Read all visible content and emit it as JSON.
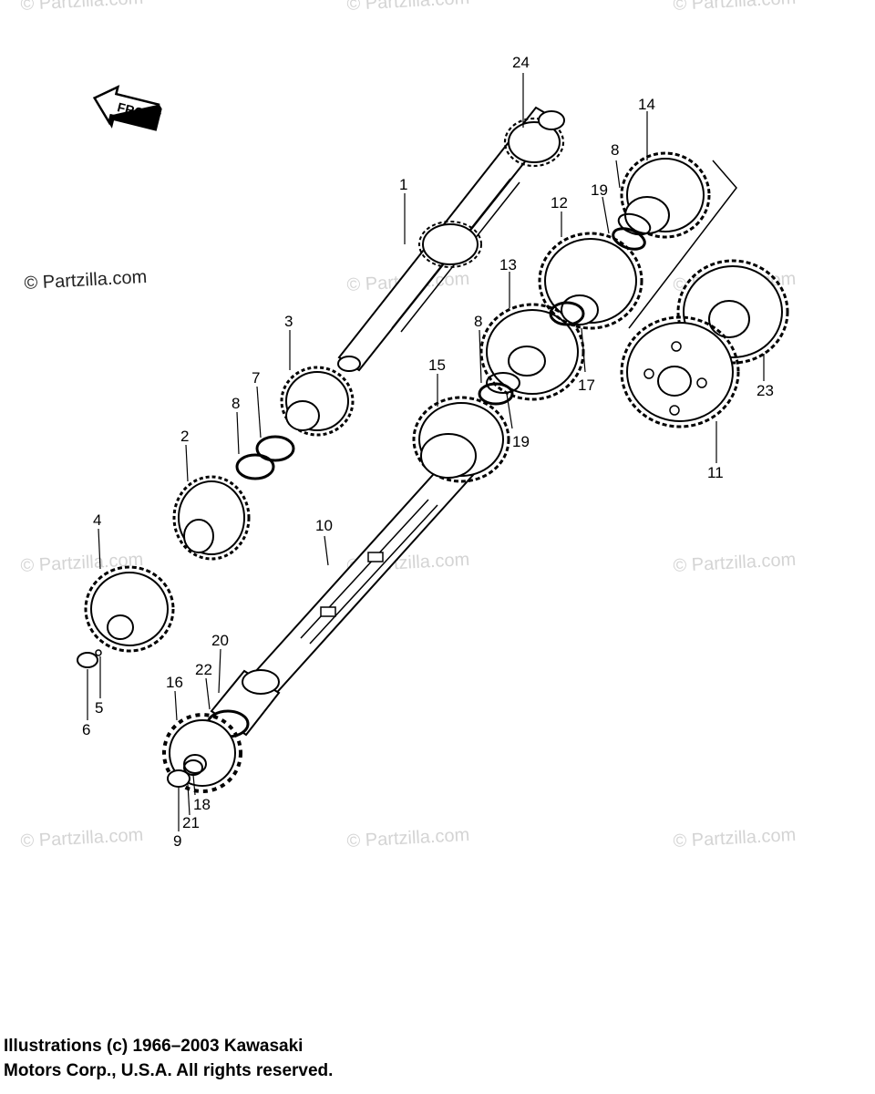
{
  "diagram": {
    "front_label": "FRONT",
    "callouts": [
      "24",
      "14",
      "8",
      "1",
      "19",
      "12",
      "13",
      "3",
      "7",
      "8",
      "15",
      "8",
      "19",
      "17",
      "23",
      "11",
      "2",
      "10",
      "4",
      "20",
      "22",
      "16",
      "5",
      "6",
      "18",
      "21",
      "9"
    ]
  },
  "watermarks": {
    "text": "© Partzilla.com",
    "prominent": "© Partzilla.com"
  },
  "footer": {
    "line1": "Illustrations (c) 1966–2003 Kawasaki",
    "line2": "Motors Corp., U.S.A.  All rights reserved."
  }
}
